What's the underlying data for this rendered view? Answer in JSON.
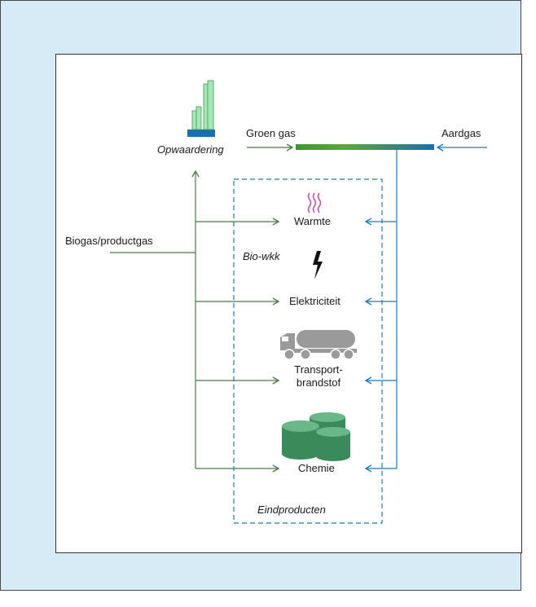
{
  "labels": {
    "upgrading": "Opwaardering",
    "green_gas": "Groen gas",
    "natural_gas": "Aardgas",
    "biogas": "Biogas/productgas",
    "bio_chp": "Bio-wkk",
    "end_products": "Eindproducten"
  },
  "products": [
    {
      "label": "Warmte",
      "icon": "heat-waves-icon"
    },
    {
      "label": "Elektriciteit",
      "icon": "lightning-bolt-icon"
    },
    {
      "label_line1": "Transport-",
      "label_line2": "brandstof",
      "icon": "tanker-truck-icon"
    },
    {
      "label": "Chemie",
      "icon": "chemical-tanks-icon"
    }
  ],
  "colors": {
    "background": "#d7ebf7",
    "panel": "#ffffff",
    "biogas_line": "#4a7a45",
    "natural_gas_line": "#1a7ab8",
    "dashed_box": "#1a7ab8",
    "gas_bar_start": "#3a9a2a",
    "gas_bar_end": "#1a6fb0",
    "upgrade_plant": "#a8e6b4",
    "upgrade_base": "#1a6fb0",
    "heat_icon": "#c64fa8",
    "truck_icon": "#9a9a9a",
    "tank_icon": "#3a8a5a"
  }
}
